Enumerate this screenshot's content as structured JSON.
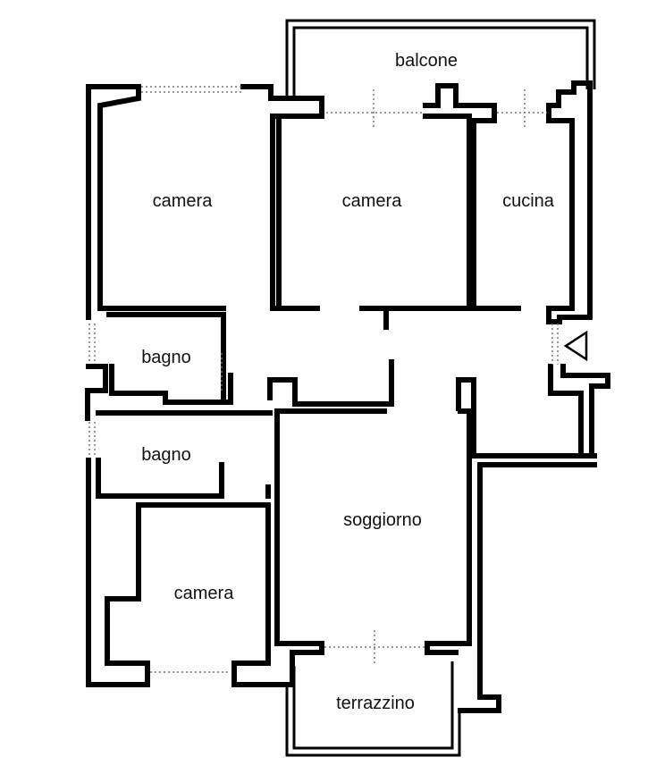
{
  "rooms": {
    "balcone": "balcone",
    "camera_top_left": "camera",
    "camera_top_center": "camera",
    "cucina": "cucina",
    "bagno_upper": "bagno",
    "bagno_lower": "bagno",
    "soggiorno": "soggiorno",
    "camera_bottom_left": "camera",
    "terrazzino": "terrazzino"
  },
  "icons": {
    "entrance": "entrance-arrow-icon"
  },
  "colors": {
    "walls": "#000000",
    "background": "#ffffff"
  }
}
